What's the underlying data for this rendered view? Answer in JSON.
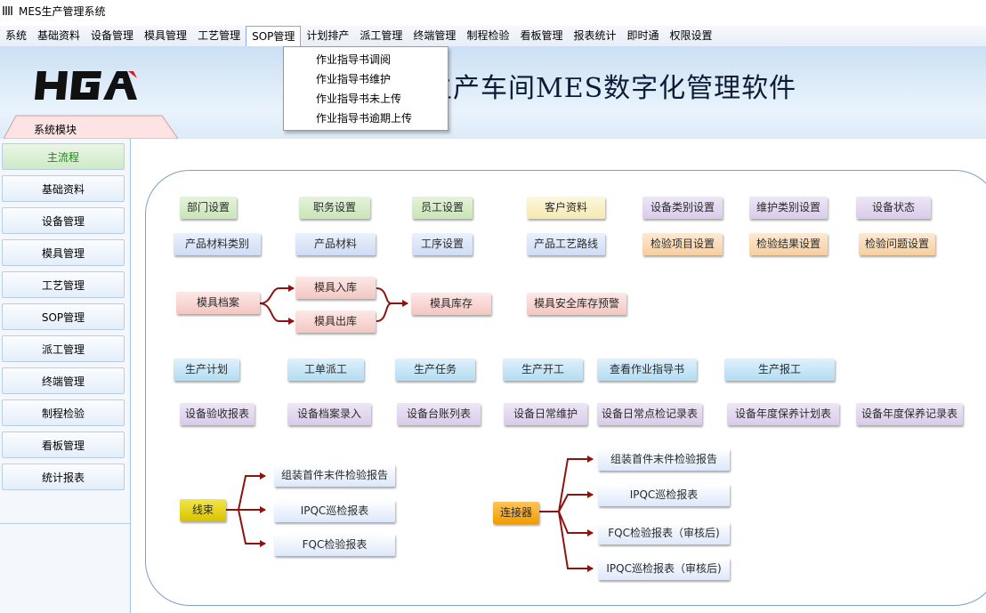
{
  "window": {
    "title": "MES生产管理系统"
  },
  "menu": [
    "系统",
    "基础资料",
    "设备管理",
    "模具管理",
    "工艺管理",
    "SOP管理",
    "计划排产",
    "派工管理",
    "终端管理",
    "制程检验",
    "看板管理",
    "报表统计",
    "即时通",
    "权限设置"
  ],
  "dropdown": [
    "作业指导书调阅",
    "作业指导书维护",
    "作业指导书未上传",
    "作业指导书逾期上传"
  ],
  "banner": {
    "logo": "HGA",
    "title": "生产车间MES数字化管理软件"
  },
  "sys_tab": "系统模块",
  "sidebar": [
    "主流程",
    "基础资料",
    "设备管理",
    "模具管理",
    "工艺管理",
    "SOP管理",
    "派工管理",
    "终端管理",
    "制程检验",
    "看板管理",
    "统计报表"
  ],
  "flow": {
    "row1": [
      "部门设置",
      "职务设置",
      "员工设置",
      "客户资料",
      "设备类别设置",
      "维护类别设置",
      "设备状态"
    ],
    "row2": [
      "产品材料类别",
      "产品材料",
      "工序设置",
      "产品工艺路线",
      "检验项目设置",
      "检验结果设置",
      "检验问题设置"
    ],
    "mold": [
      "模具档案",
      "模具入库",
      "模具出库",
      "模具库存",
      "模具安全库存预警"
    ],
    "row4": [
      "生产计划",
      "工单派工",
      "生产任务",
      "生产开工",
      "查看作业指导书",
      "生产报工"
    ],
    "row5": [
      "设备验收报表",
      "设备档案录入",
      "设备台账列表",
      "设备日常维护",
      "设备日常点检记录表",
      "设备年度保养计划表",
      "设备年度保养记录表"
    ],
    "wire": {
      "root": "线束",
      "items": [
        "组装首件末件检验报告",
        "IPQC巡检报表",
        "FQC检验报表"
      ]
    },
    "conn": {
      "root": "连接器",
      "items": [
        "组装首件末件检验报告",
        "IPQC巡检报表",
        "FQC检验报表（审核后)",
        "IPQC巡检报表（审核后)"
      ]
    }
  },
  "colors": {
    "arrow": "#8b1410",
    "active_green": "#21861b",
    "banner": "#cbe0f4"
  }
}
